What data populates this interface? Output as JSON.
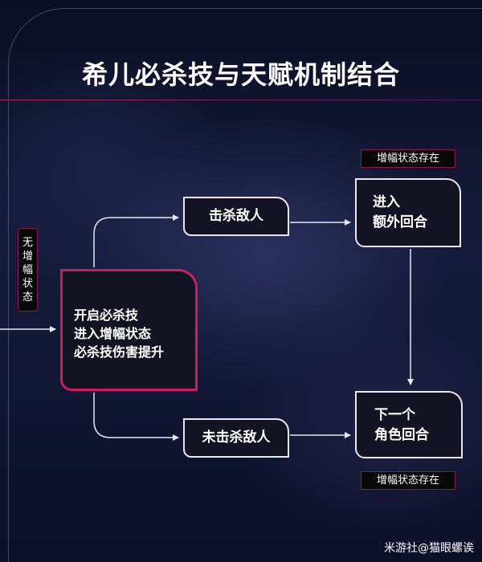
{
  "diagram": {
    "title": "希儿必杀技与天赋机制结合",
    "tags": {
      "side_state": "无\n增\n幅\n状\n态",
      "top_state": "增幅状态存在",
      "bottom_state": "增幅状态存在"
    },
    "nodes": {
      "main": "开启必杀技\n进入增幅状态\n必杀技伤害提升",
      "kill": "击杀敌人",
      "no_kill": "未击杀敌人",
      "extra_turn": "进入\n额外回合",
      "next_character": "下一个\n角色回合"
    },
    "watermark": "米游社@猫眼螺诶",
    "colors": {
      "accent": "#c81f63",
      "box_border": "#e8e8f0",
      "background": "#0b0f24",
      "tag_border": "#8a1c4c"
    }
  }
}
